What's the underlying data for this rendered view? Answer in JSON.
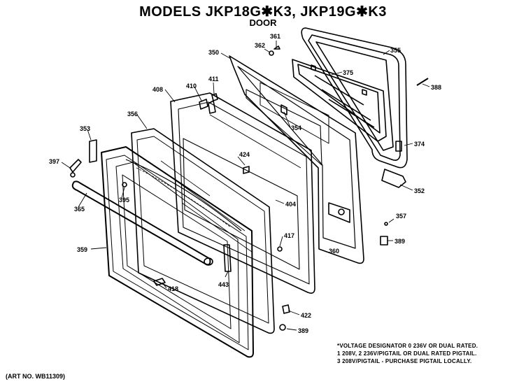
{
  "title": "MODELS JKP18G✱K3, JKP19G✱K3",
  "subtitle": "DOOR",
  "footnote": [
    "*VOLTAGE DESIGNATOR 0 236V OR DUAL RATED.",
    "1 208V, 2 236V/PIGTAIL OR DUAL RATED PIGTAIL.",
    "3 208V/PIGTAIL - PURCHASE PIGTAIL LOCALLY."
  ],
  "art_no": "(ART NO. WB11309)",
  "parts": {
    "p355": "355",
    "p375": "375",
    "p388": "388",
    "p374": "374",
    "p352": "352",
    "p357": "357",
    "p389a": "389",
    "p361": "361",
    "p362": "362",
    "p350": "350",
    "p411": "411",
    "p410": "410",
    "p408": "408",
    "p354": "354",
    "p356": "356",
    "p353": "353",
    "p397": "397",
    "p424": "424",
    "p404": "404",
    "p395": "395",
    "p365": "365",
    "p417": "417",
    "p360": "360",
    "p359": "359",
    "p443": "443",
    "p418": "418",
    "p422": "422",
    "p389b": "389"
  }
}
